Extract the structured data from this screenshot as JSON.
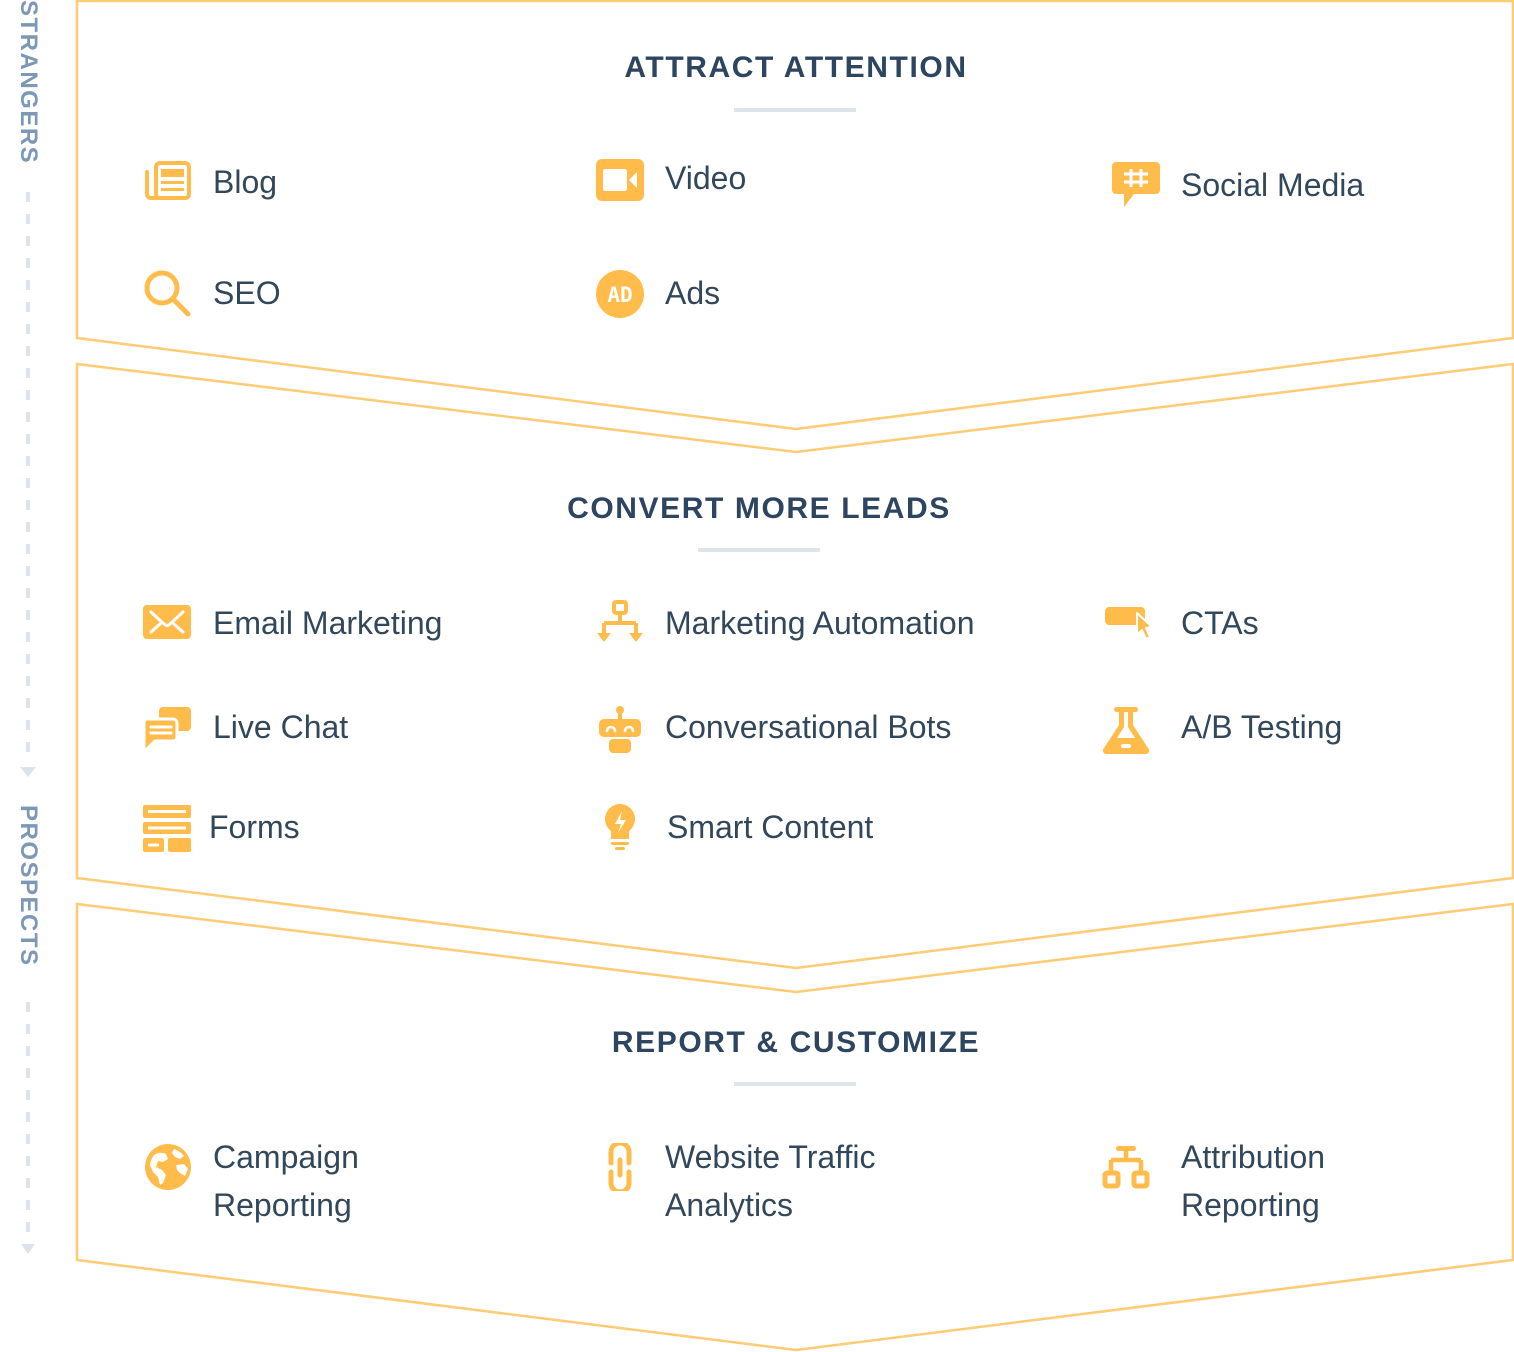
{
  "side_labels": {
    "strangers": "STRANGERS",
    "prospects": "PROSPECTS"
  },
  "colors": {
    "icon": "#FFBC4B",
    "border": "#FFCB75",
    "text": "#33475B",
    "heading": "#2D4560",
    "side_label": "#7C98B6",
    "divider": "#DCE4EC"
  },
  "sections": [
    {
      "title": "ATTRACT ATTENTION",
      "items": [
        {
          "label": "Blog",
          "icon": "newspaper-icon"
        },
        {
          "label": "Video",
          "icon": "video-camera-icon"
        },
        {
          "label": "Social Media",
          "icon": "hashtag-bubble-icon"
        },
        {
          "label": "SEO",
          "icon": "magnifier-icon"
        },
        {
          "label": "Ads",
          "icon": "ad-badge-icon",
          "icon_text": "AD"
        }
      ]
    },
    {
      "title": "CONVERT MORE LEADS",
      "items": [
        {
          "label": "Email Marketing",
          "icon": "envelope-icon"
        },
        {
          "label": "Marketing Automation",
          "icon": "workflow-icon"
        },
        {
          "label": "CTAs",
          "icon": "cta-button-icon"
        },
        {
          "label": "Live Chat",
          "icon": "chat-bubbles-icon"
        },
        {
          "label": "Conversational Bots",
          "icon": "robot-icon"
        },
        {
          "label": "A/B Testing",
          "icon": "flask-icon"
        },
        {
          "label": "Forms",
          "icon": "form-icon"
        },
        {
          "label": "Smart Content",
          "icon": "lightbulb-icon"
        }
      ]
    },
    {
      "title": "REPORT & CUSTOMIZE",
      "items": [
        {
          "label": "Campaign Reporting",
          "icon": "globe-icon"
        },
        {
          "label": "Website Traffic Analytics",
          "icon": "link-icon"
        },
        {
          "label": "Attribution Reporting",
          "icon": "hierarchy-icon"
        }
      ]
    }
  ]
}
